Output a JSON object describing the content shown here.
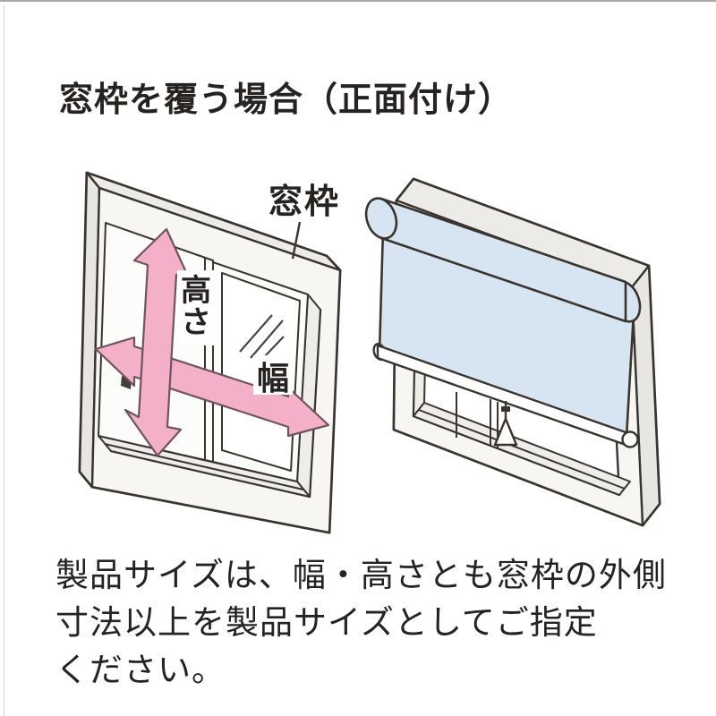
{
  "title": "窓枠を覆う場合（正面付け）",
  "left_diagram": {
    "window_frame_label": "窓枠",
    "height_label": "高さ",
    "width_label": "幅",
    "arrow_fill": "#f5b0c9",
    "arrow_stroke": "#6d5560"
  },
  "right_diagram": {
    "blind_color": "#d7e5f2",
    "outline_color": "#3a342f"
  },
  "description": {
    "lines": [
      "製品サイズは、幅・高さとも窓枠の外側",
      "寸法以上を製品サイズとしてご指定",
      "ください。"
    ]
  }
}
